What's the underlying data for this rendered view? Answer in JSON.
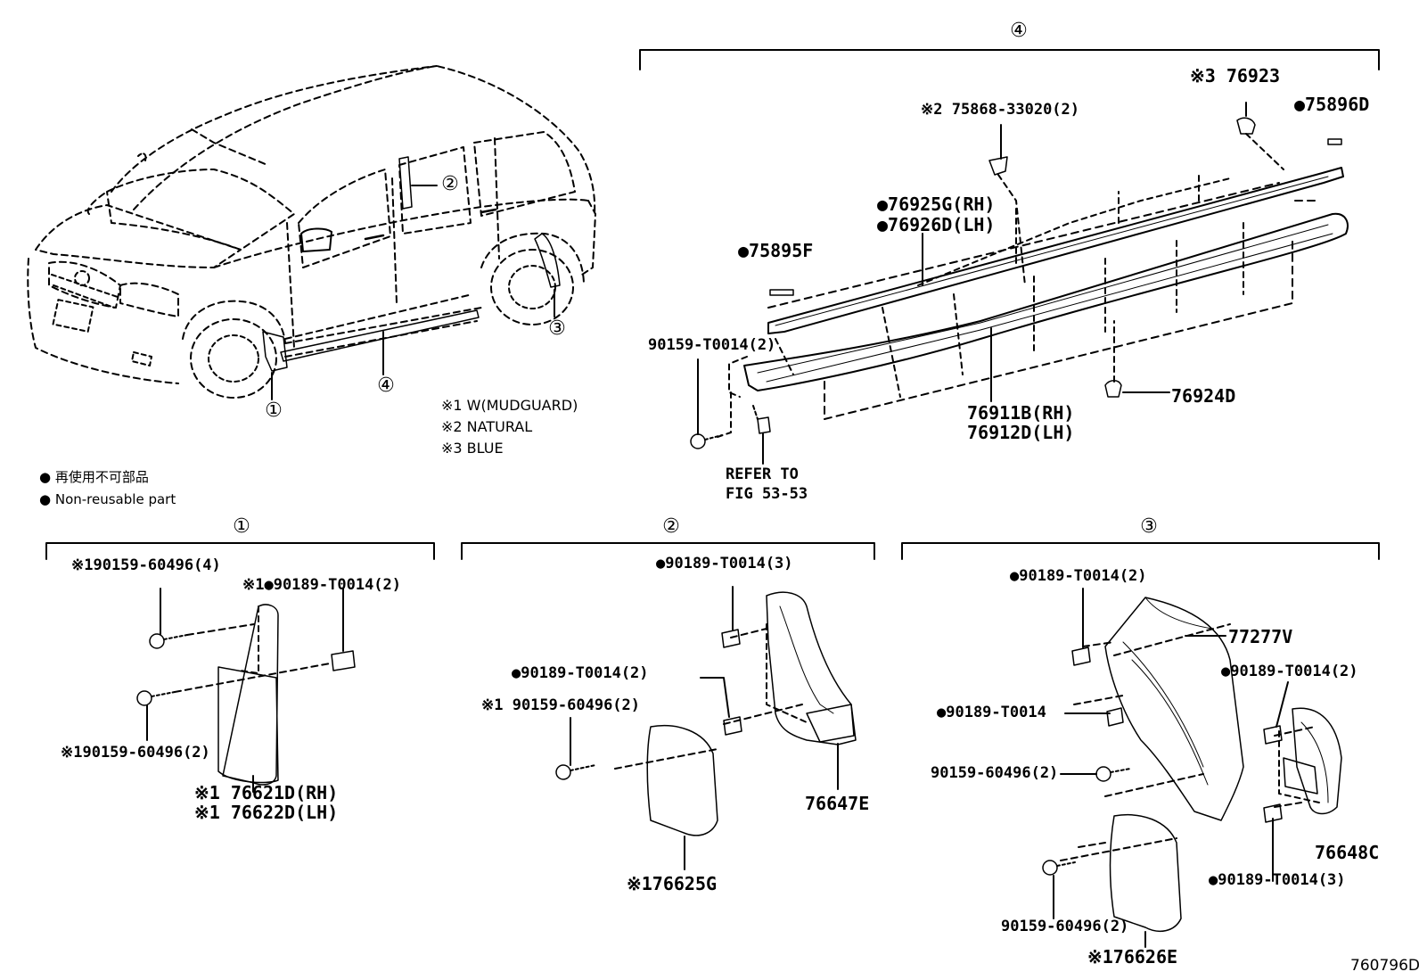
{
  "section_marks": {
    "s4_top": "④",
    "s1": "①",
    "s2": "②",
    "s3": "③"
  },
  "car_callouts": {
    "c1": "①",
    "c2": "②",
    "c3": "③",
    "c4": "④"
  },
  "notes": {
    "n1": "※1 W(MUDGUARD)",
    "n2": "※2 NATURAL",
    "n3": "※3 BLUE"
  },
  "legend": {
    "jp": "● 再使用不可部品",
    "en": "● Non-reusable part"
  },
  "section4": {
    "p76923": "※3 76923",
    "p75896d": "●75896D",
    "p75868": "※2 75868-33020(2)",
    "p76925g": "●76925G(RH)",
    "p76926d": "●76926D(LH)",
    "p75895f": "●75895F",
    "p90159": "90159-T0014(2)",
    "p76924d": "76924D",
    "p76911b": "76911B(RH)",
    "p76912d": "76912D(LH)",
    "refer1": "REFER TO",
    "refer2": "FIG 53-53"
  },
  "section1": {
    "a": "※190159-60496(4)",
    "b": "※1●90189-T0014(2)",
    "c": "※190159-60496(2)",
    "d": "※1 76621D(RH)",
    "e": "※1 76622D(LH)"
  },
  "section2": {
    "a": "●90189-T0014(3)",
    "b": "●90189-T0014(2)",
    "c": "※1 90159-60496(2)",
    "d": "76647E",
    "e": "※176625G"
  },
  "section3": {
    "a": "●90189-T0014(2)",
    "b": "77277V",
    "c": "●90189-T0014(2)",
    "d": "●90189-T0014",
    "e": "90159-60496(2)",
    "f": "76648C",
    "g": "●90189-T0014(3)",
    "h": "90159-60496(2)",
    "i": "※176626E"
  },
  "fig_id": "760796D"
}
